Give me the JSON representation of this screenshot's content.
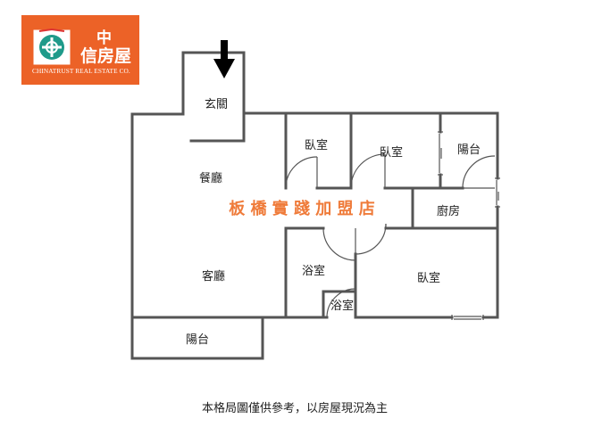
{
  "logo": {
    "brand_line1": "中",
    "brand_line2": "信房屋",
    "brand_en": "CHINATRUST REAL ESTATE CO."
  },
  "rooms": {
    "entrance": "玄關",
    "dining": "餐廳",
    "living": "客廳",
    "bedroom_1": "臥室",
    "bedroom_2": "臥室",
    "bedroom_3": "臥室",
    "balcony_top": "陽台",
    "balcony_bottom": "陽台",
    "kitchen": "廚房",
    "bathroom_1": "浴室",
    "bathroom_2": "浴室"
  },
  "watermark": "板 橋 實 踐 加 盟 店",
  "caption": "本格局圖僅供參考，以房屋現況為主",
  "colors": {
    "brand": "#ec6227",
    "wall": "#555555",
    "watermark": "#ef7b3a"
  }
}
